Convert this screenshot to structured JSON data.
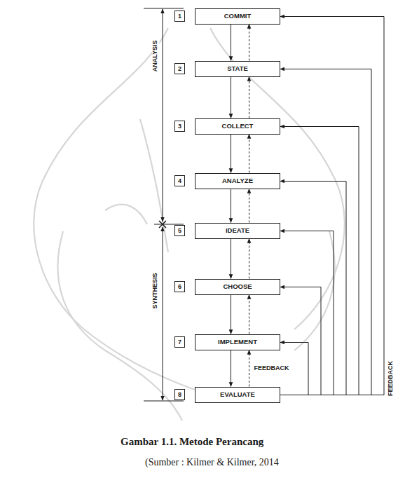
{
  "diagram": {
    "caption": "Gambar 1.1. Metode Perancang",
    "nodes": [
      {
        "text": [
          "1"
        ]
      },
      {
        "text": [
          "COMMIT"
        ]
      },
      {
        "text": [
          "2"
        ]
      },
      {
        "text": [
          "STATE"
        ]
      },
      {
        "text": [
          "3"
        ]
      },
      {
        "text": [
          "COLLECT"
        ]
      },
      {
        "text": [
          "4"
        ]
      },
      {
        "text": [
          "ANALYZE"
        ]
      },
      {
        "text": [
          "5"
        ]
      },
      {
        "text": [
          "IDEATE"
        ]
      },
      {
        "text": [
          "6"
        ]
      },
      {
        "text": [
          "CHOOSE"
        ]
      },
      {
        "text": [
          "7"
        ]
      },
      {
        "text": [
          "IMPLEMENT"
        ]
      },
      {
        "text": [
          "8"
        ]
      },
      {
        "text": [
          "EVALUATE"
        ]
      }
    ],
    "edges": [
      {
        "from": 1,
        "to": 3,
        "arrow": "to"
      },
      {
        "from": 3,
        "to": 5,
        "arrow": "to"
      },
      {
        "from": 5,
        "to": 7,
        "arrow": "to"
      },
      {
        "from": 7,
        "to": 9,
        "arrow": "to"
      },
      {
        "from": 9,
        "to": 11,
        "arrow": "to"
      },
      {
        "from": 11,
        "to": 13,
        "arrow": "to"
      },
      {
        "from": 13,
        "to": 15,
        "arrow": "to"
      },
      {
        "from": 3,
        "to": 1,
        "arrow": "to"
      },
      {
        "from": 5,
        "to": 3,
        "arrow": "to"
      },
      {
        "from": 7,
        "to": 5,
        "arrow": "to"
      },
      {
        "from": 9,
        "to": 7,
        "arrow": "to"
      },
      {
        "from": 11,
        "to": 9,
        "arrow": "to"
      },
      {
        "from": 13,
        "to": 11,
        "arrow": "to"
      },
      {
        "from": 15,
        "to": 13,
        "label": "FEEDBACK",
        "arrow": "to"
      },
      {
        "from": 15,
        "to": 13,
        "arrow": "to"
      },
      {
        "from": 15,
        "to": 11,
        "arrow": "to"
      },
      {
        "from": 15,
        "to": 9,
        "arrow": "to"
      },
      {
        "from": 15,
        "to": 7,
        "arrow": "to"
      },
      {
        "from": 15,
        "to": 5,
        "arrow": "to"
      },
      {
        "from": 15,
        "to": 3,
        "arrow": "to"
      },
      {
        "from": 15,
        "to": 1,
        "label": "FEEDBACK",
        "arrow": "to"
      }
    ],
    "labels": [
      "ANALYSIS",
      "SYNTHESIS",
      "(Sumber : Kilmer & Kilmer, 2014"
    ]
  }
}
